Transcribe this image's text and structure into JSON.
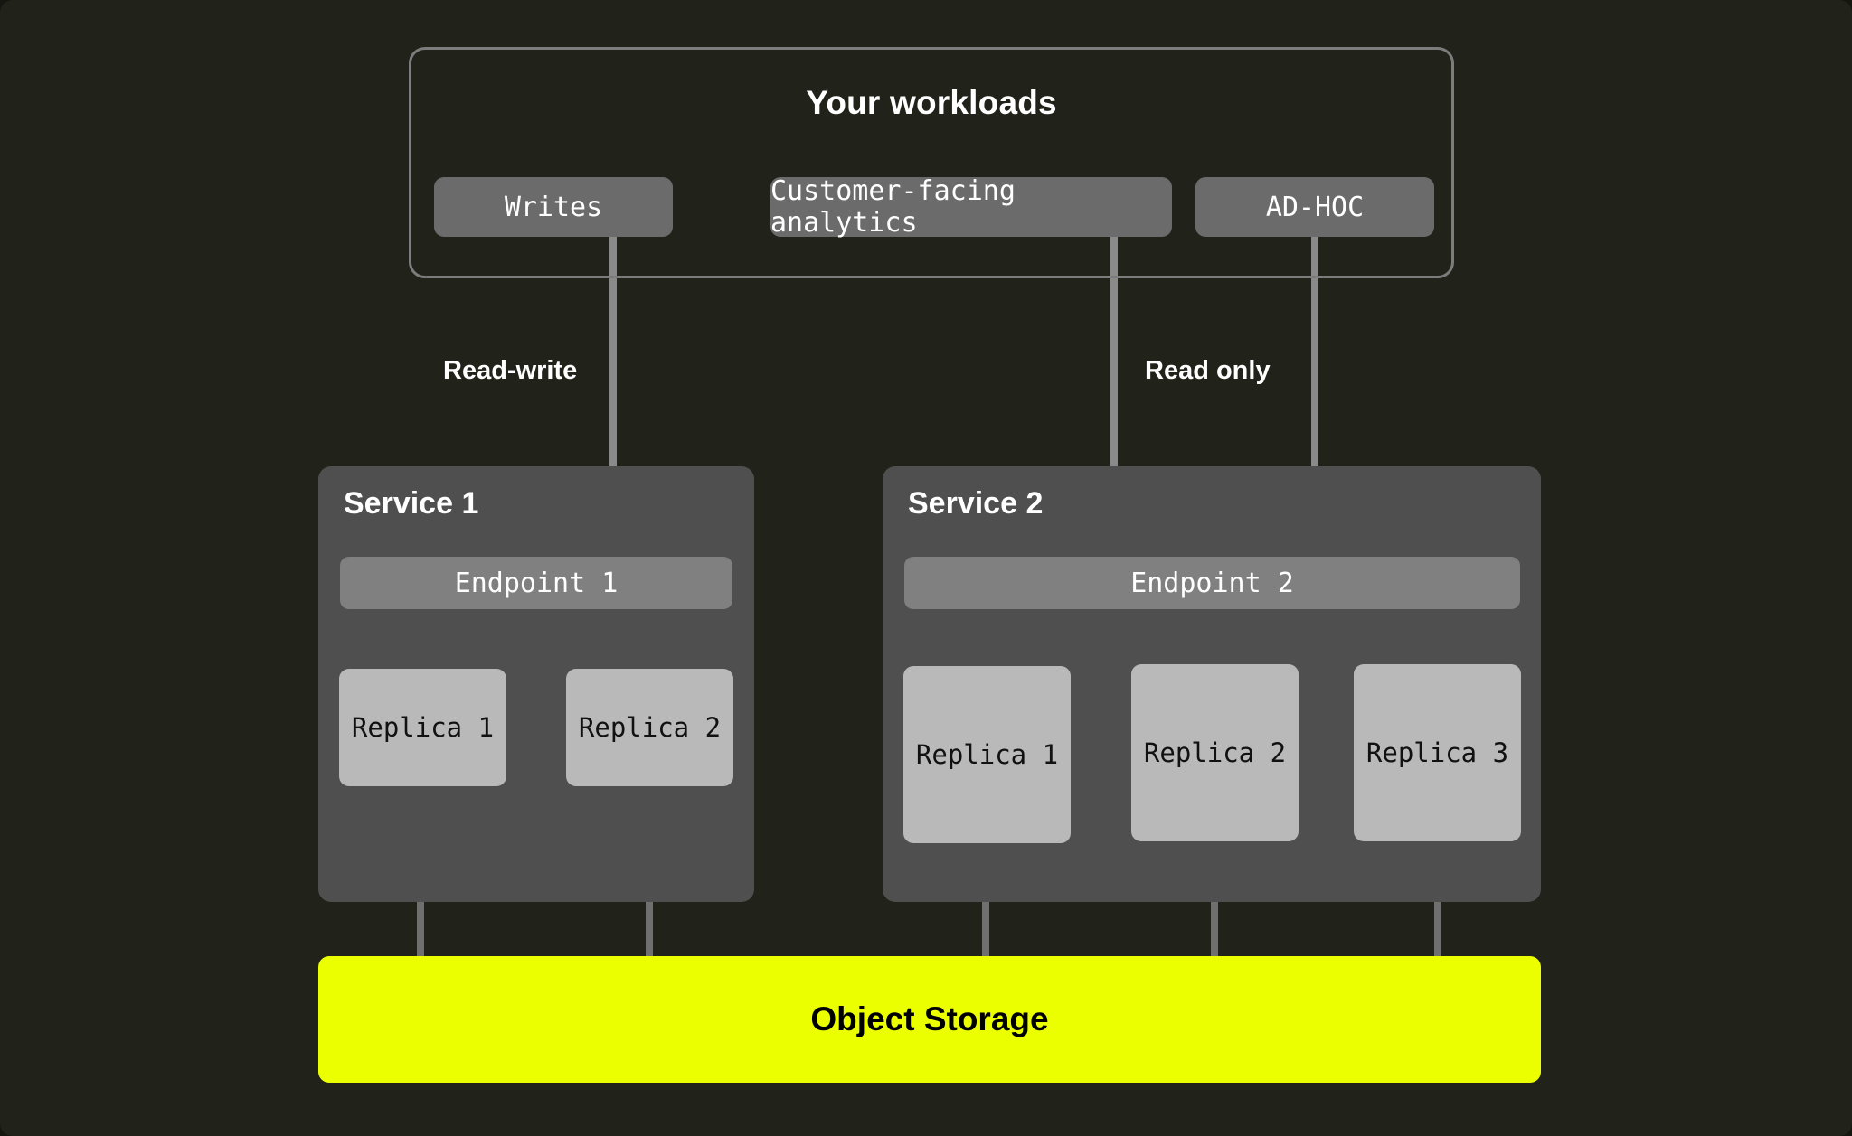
{
  "diagram": {
    "background_color": "#212219",
    "accent_color": "#ebff00",
    "panel_color": "#4f4f4f",
    "connector_color": "#6f6f6f"
  },
  "workloads": {
    "title": "Your workloads",
    "chips": [
      {
        "label": "Writes"
      },
      {
        "label": "Customer-facing analytics"
      },
      {
        "label": "AD-HOC"
      }
    ]
  },
  "edge_labels": {
    "read_write": "Read-write",
    "read_only": "Read only"
  },
  "services": [
    {
      "title": "Service 1",
      "endpoint": "Endpoint 1",
      "replicas": [
        {
          "label": "Replica 1"
        },
        {
          "label": "Replica 2"
        }
      ]
    },
    {
      "title": "Service 2",
      "endpoint": "Endpoint 2",
      "replicas": [
        {
          "label": "Replica 1"
        },
        {
          "label": "Replica 2"
        },
        {
          "label": "Replica 3"
        }
      ]
    }
  ],
  "storage": {
    "label": "Object Storage"
  }
}
